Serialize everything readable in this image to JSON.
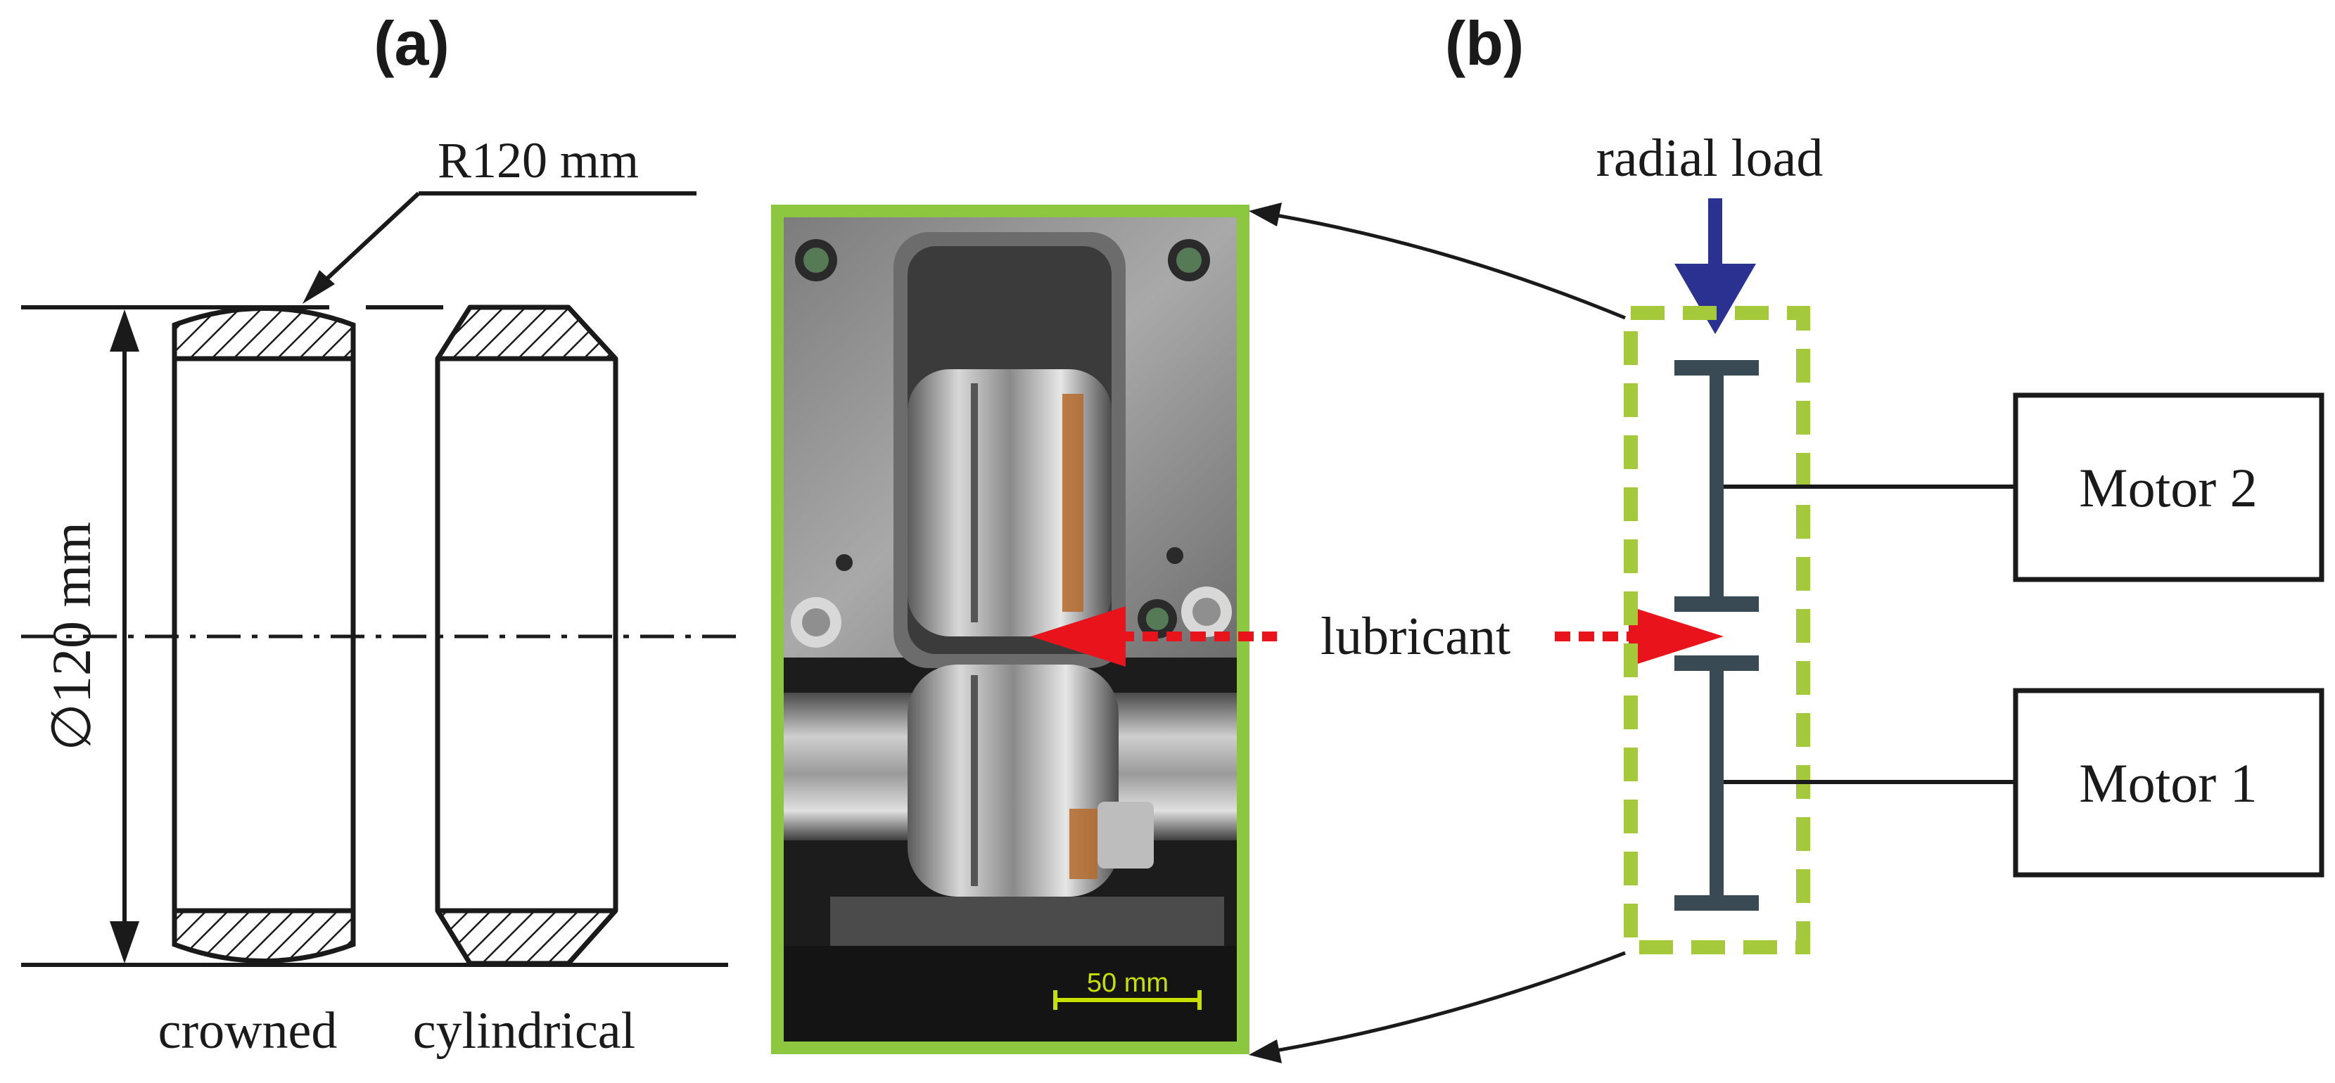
{
  "panel_a": {
    "label": "(a)",
    "radius_label": "R120 mm",
    "diameter_label": "∅120 mm",
    "crowned_label": "crowned",
    "cylindrical_label": "cylindrical"
  },
  "photo": {
    "scale_label": "50 mm",
    "frame_color": "#8dc63f",
    "scale_color": "#c8e000"
  },
  "lubricant_label": "lubricant",
  "panel_b": {
    "label": "(b)",
    "radial_load_label": "radial load",
    "motor_2_label": "Motor 2",
    "motor_1_label": "Motor 1",
    "load_arrow_color": "#2b3190",
    "shaft_color": "#3a4a55",
    "highlight_color": "#a4c93a"
  },
  "lubricant_arrow_color": "#e8131b"
}
